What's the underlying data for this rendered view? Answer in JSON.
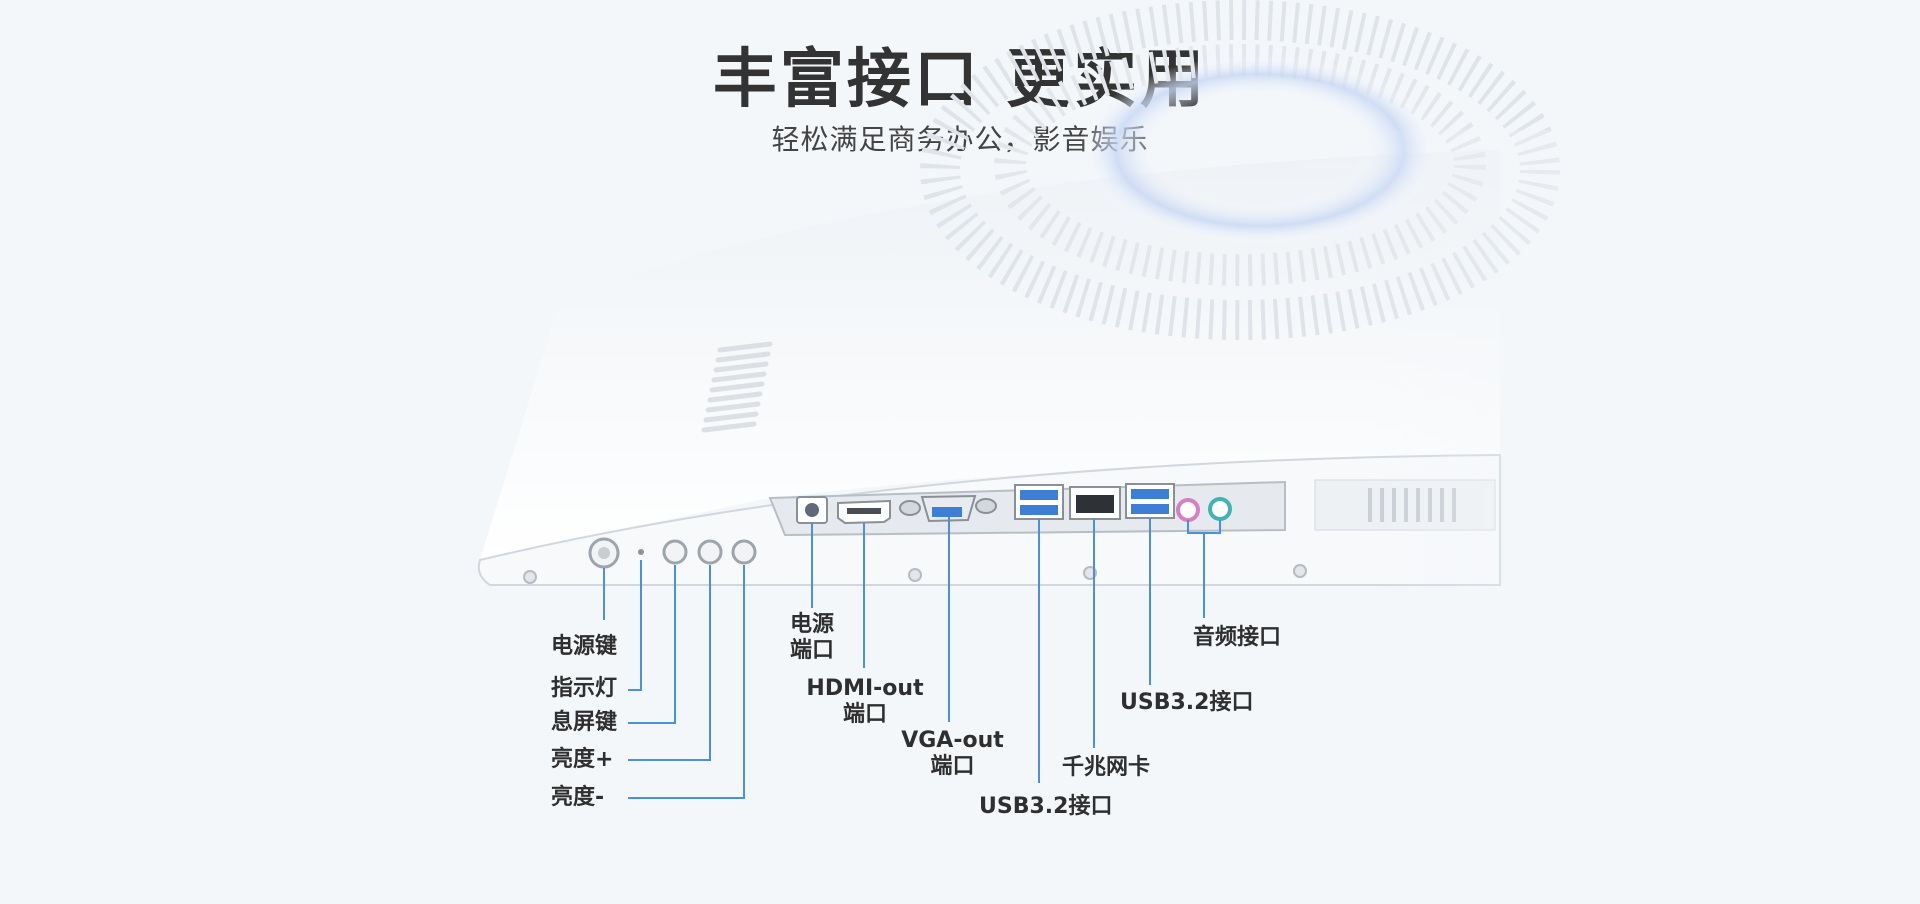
{
  "header": {
    "title": "丰富接口 更实用",
    "subtitle": "轻松满足商务办公，影音娱乐"
  },
  "colors": {
    "background": "#f4f7fa",
    "callout_line": "#4a90e2",
    "usb_port": "#3d7fd6",
    "audio_pink": "#d77fc0",
    "audio_teal": "#3fb3b8"
  },
  "labels": {
    "power_key": "电源键",
    "indicator": "指示灯",
    "screen_off_key": "息屏键",
    "brightness_up": "亮度+",
    "brightness_down": "亮度-",
    "power_port_line1": "电源",
    "power_port_line2": "端口",
    "hdmi_line1": "HDMI-out",
    "hdmi_line2": "端口",
    "vga_line1": "VGA-out",
    "vga_line2": "端口",
    "usb_left": "USB3.2接口",
    "lan": "千兆网卡",
    "usb_right": "USB3.2接口",
    "audio": "音频接口"
  }
}
